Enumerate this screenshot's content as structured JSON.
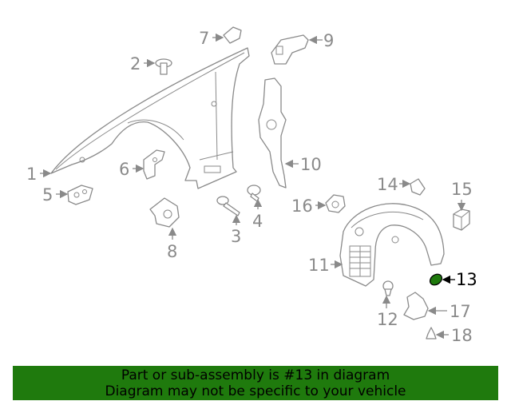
{
  "colors": {
    "line": "#8a8a8a",
    "highlight_part": "#1f7a0d",
    "banner_bg": "#1f7a0d",
    "banner_text": "#000000"
  },
  "callouts": {
    "c1": "1",
    "c2": "2",
    "c3": "3",
    "c4": "4",
    "c5": "5",
    "c6": "6",
    "c7": "7",
    "c8": "8",
    "c9": "9",
    "c10": "10",
    "c11": "11",
    "c12": "12",
    "c13": "13",
    "c14": "14",
    "c15": "15",
    "c16": "16",
    "c17": "17",
    "c18": "18"
  },
  "banner": {
    "line1": "Part or sub-assembly is #13 in diagram",
    "line2": "Diagram may not be specific to your vehicle"
  }
}
